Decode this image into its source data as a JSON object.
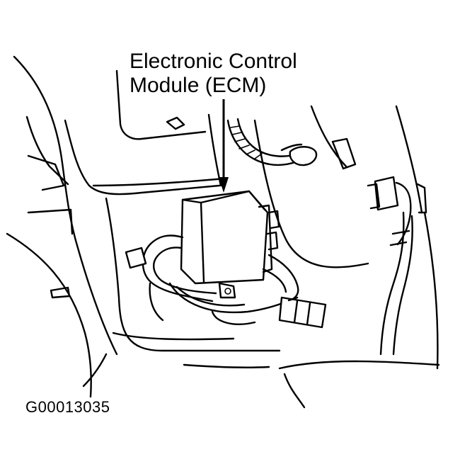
{
  "callout": {
    "line1": "Electronic Control",
    "line2": "Module (ECM)"
  },
  "figure_id": "G00013035"
}
